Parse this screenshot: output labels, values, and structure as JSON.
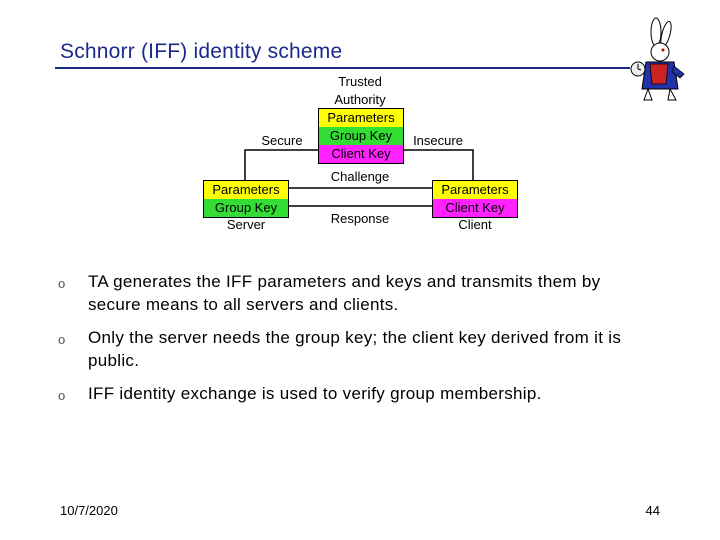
{
  "slide": {
    "title": "Schnorr (IFF) identity scheme",
    "date": "10/7/2020",
    "page_number": "44"
  },
  "diagram": {
    "trusted_authority": {
      "label_line1": "Trusted",
      "label_line2": "Authority",
      "rows": [
        "Parameters",
        "Group Key",
        "Client Key"
      ]
    },
    "server": {
      "rows": [
        "Parameters",
        "Group Key"
      ],
      "label": "Server"
    },
    "client": {
      "rows": [
        "Parameters",
        "Client Key"
      ],
      "label": "Client"
    },
    "secure_label": "Secure",
    "insecure_label": "Insecure",
    "challenge_label": "Challenge",
    "response_label": "Response"
  },
  "bullets": [
    {
      "marker": "o",
      "text": "TA generates the IFF parameters and keys and transmits them by secure means to all servers and clients."
    },
    {
      "marker": "o",
      "text": "Only the server needs the group key; the client key derived from it is public."
    },
    {
      "marker": "o",
      "text": "IFF identity exchange is used to verify group membership."
    }
  ],
  "colors": {
    "title": "#1c2a8c",
    "parameters_yellow": "#ffff00",
    "group_key_green": "#33dd33",
    "client_key_magenta": "#ff22ff"
  },
  "icons": {
    "logo": "white-rabbit-logo-icon"
  }
}
